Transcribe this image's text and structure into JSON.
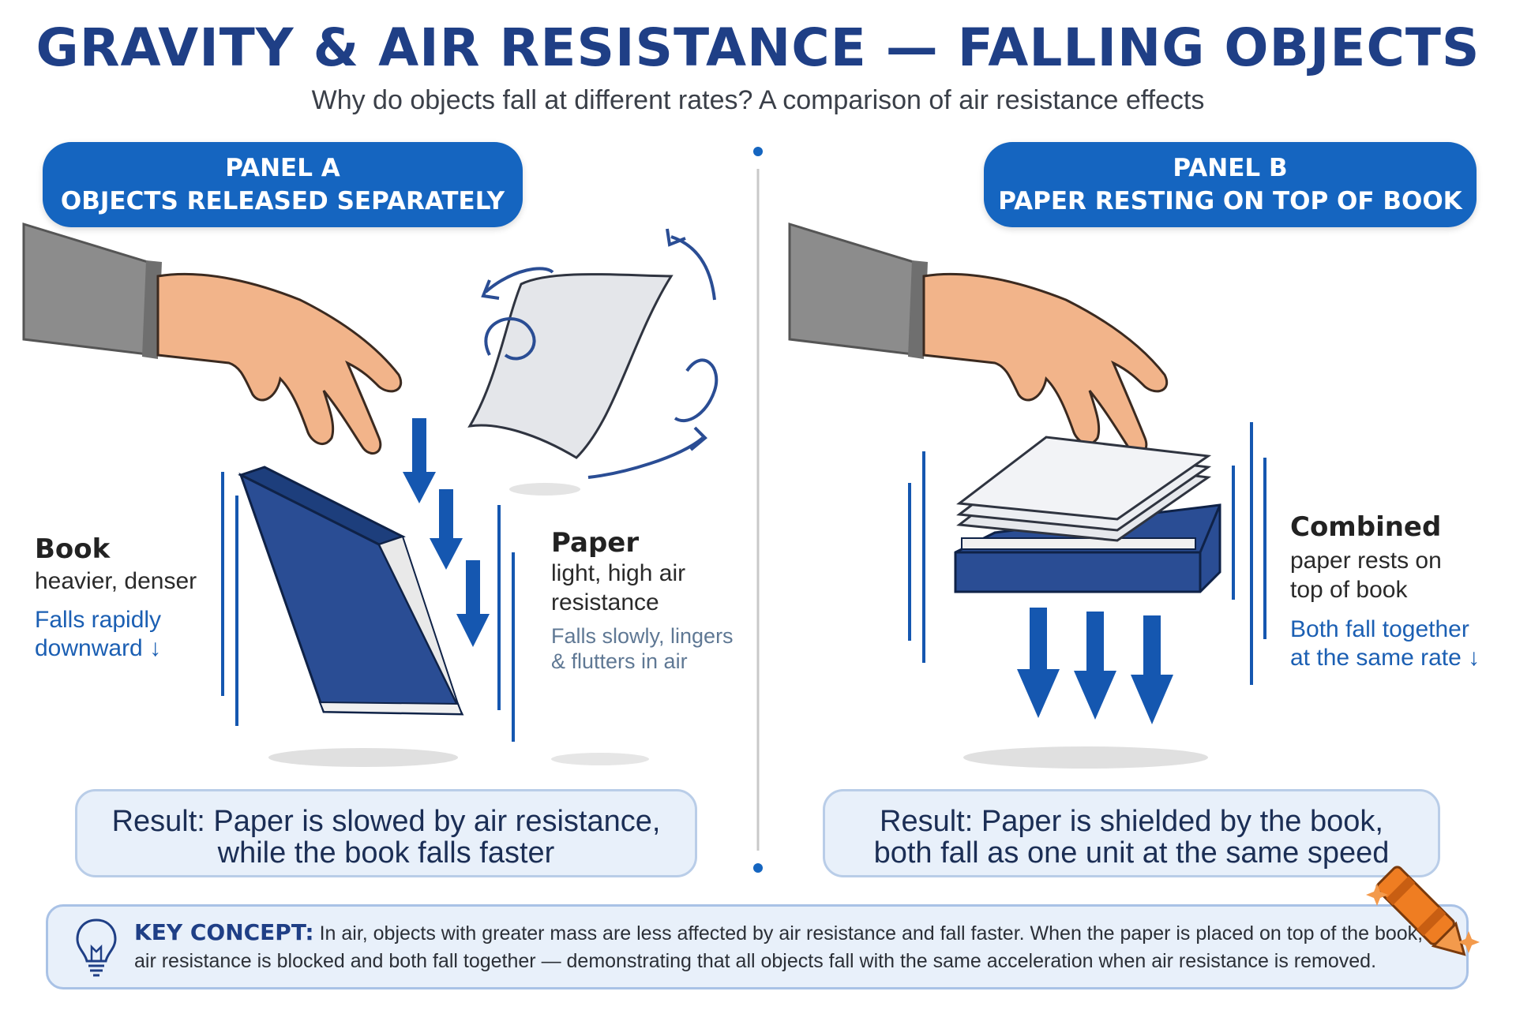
{
  "header": {
    "title": "GRAVITY & AIR RESISTANCE — FALLING OBJECTS",
    "subtitle": "Why do objects fall at different rates? A comparison of air resistance effects"
  },
  "panel_a": {
    "heading_line1": "PANEL A",
    "heading_line2": "OBJECTS RELEASED SEPARATELY",
    "book_label": "Book",
    "book_desc": "heavier, denser",
    "book_note_line1": "Falls rapidly",
    "book_note_line2": "downward ↓",
    "paper_label": "Paper",
    "paper_desc_line1": "light, high air",
    "paper_desc_line2": "resistance",
    "paper_note_line1": "Falls slowly, lingers",
    "paper_note_line2": "& flutters in air",
    "result_line1": "Result: Paper is slowed by air resistance,",
    "result_line2": "while the book falls faster"
  },
  "panel_b": {
    "heading_line1": "PANEL B",
    "heading_line2": "PAPER RESTING ON TOP OF BOOK",
    "combined_label": "Combined",
    "combined_desc_line1": "paper rests on",
    "combined_desc_line2": "top of book",
    "combined_note_line1": "Both fall together",
    "combined_note_line2": "at the same rate ↓",
    "result_line1": "Result: Paper is shielded by the book,",
    "result_line2": "both fall as one unit at the same speed"
  },
  "key_concept": {
    "label": "KEY CONCEPT:",
    "text": "In air, objects with greater mass are less affected by air resistance and fall faster. When the paper is placed on top of the book, air resistance is blocked and both fall together — demonstrating that all objects fall with the same acceleration when air resistance is removed."
  },
  "icons": [
    "lightbulb-icon",
    "crayon-icon",
    "hand-icon",
    "book-icon",
    "paper-icon",
    "down-arrow-icon",
    "swirl-arrow-icon"
  ],
  "colors": {
    "title": "#1f3f86",
    "pill": "#1565c0",
    "arrow": "#1557b0",
    "book": "#2a4d94",
    "result_bg": "#e8f0fa",
    "crayon": "#ef7d22"
  }
}
